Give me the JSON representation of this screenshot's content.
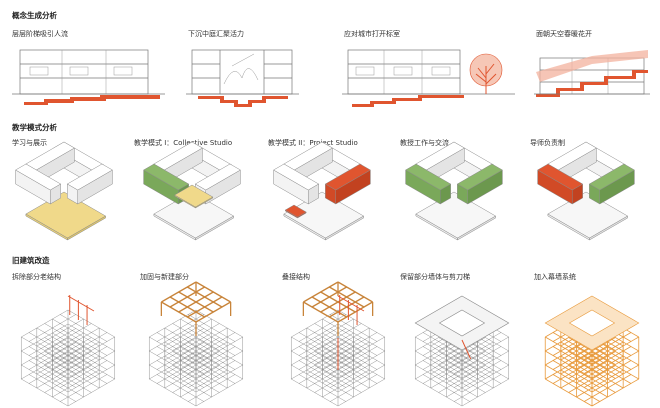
{
  "sections": {
    "concept": {
      "title": "概念生成分析",
      "panels": [
        "层层阶梯吸引人流",
        "下沉中庭汇聚活力",
        "应对城市打开标室",
        "面朝天空春暖花开"
      ]
    },
    "teaching": {
      "title": "教学模式分析",
      "panels": [
        "学习与展示",
        "教学模式 I：Collective Studio",
        "教学模式 II：Project Studio",
        "教授工作与交流",
        "导师负责制"
      ]
    },
    "renovation": {
      "title": "旧建筑改造",
      "panels": [
        "拆除部分老结构",
        "加固与新建部分",
        "叠接结构",
        "保留部分墙体与剪刀梯",
        "加入幕墙系统"
      ]
    }
  },
  "colors": {
    "accent_red": "#e0552f",
    "yellow": "#f0d98a",
    "green": "#8cb86a",
    "wood": "#c8843a",
    "orange": "#e89a3c",
    "light_gray": "#f2f2f2"
  }
}
